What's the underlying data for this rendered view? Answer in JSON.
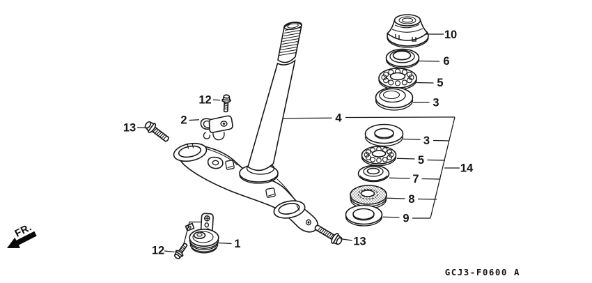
{
  "figure": {
    "fr_label": "FR.",
    "part_code": "GCJ3-F0600 A"
  },
  "callouts": [
    {
      "part": "steering-stem-nut",
      "label": "10"
    },
    {
      "part": "upper-dust-seal",
      "label": "6"
    },
    {
      "part": "upper-steel-ball-ring",
      "label": "5"
    },
    {
      "part": "upper-bearing-race",
      "label": "3"
    },
    {
      "part": "steering-stem",
      "label": "4"
    },
    {
      "part": "lower-top-race",
      "label": "3"
    },
    {
      "part": "lower-steel-ball-ring",
      "label": "5"
    },
    {
      "part": "lower-cone-race",
      "label": "7"
    },
    {
      "part": "lower-dust-seal",
      "label": "8"
    },
    {
      "part": "lower-seal-washer",
      "label": "9"
    },
    {
      "part": "bearing-kit-group",
      "label": "14"
    },
    {
      "part": "wire-clamp-stay",
      "label": "2"
    },
    {
      "part": "clamp-screw-upper",
      "label": "12"
    },
    {
      "part": "flange-bolt-left",
      "label": "13"
    },
    {
      "part": "flange-bolt-lower",
      "label": "13"
    },
    {
      "part": "horn-screw",
      "label": "12"
    },
    {
      "part": "horn",
      "label": "1"
    }
  ]
}
